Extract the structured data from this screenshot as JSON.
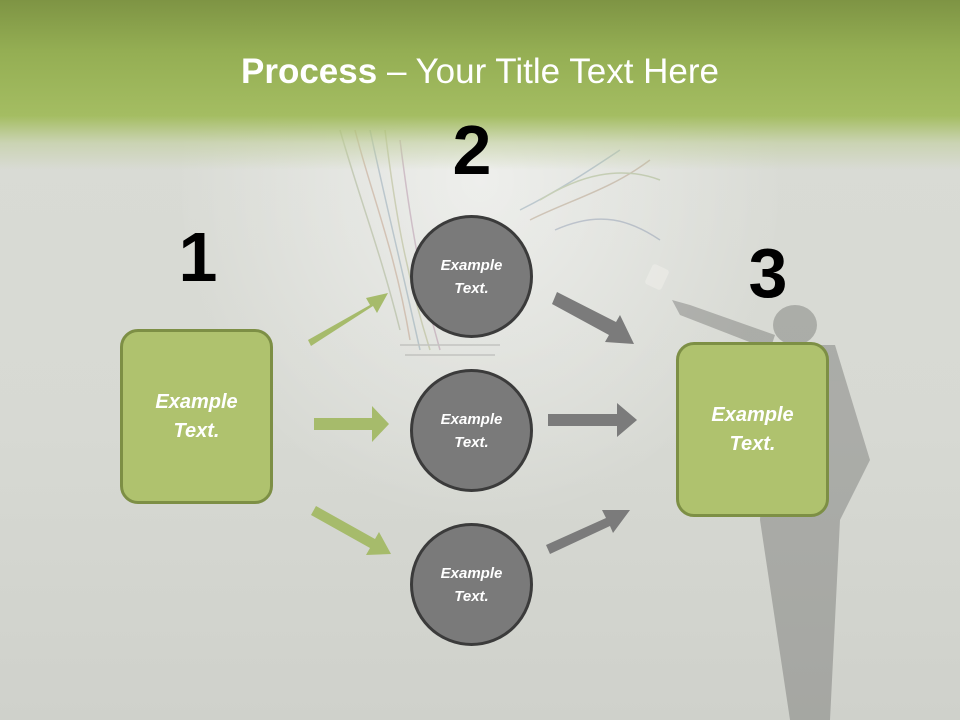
{
  "slide": {
    "title_bold": "Process",
    "title_rest": " – Your Title Text Here"
  },
  "steps": [
    {
      "number": "1"
    },
    {
      "number": "2"
    },
    {
      "number": "3"
    }
  ],
  "nodes": {
    "left_box": {
      "line1": "Example",
      "line2": "Text."
    },
    "circle_top": {
      "line1": "Example",
      "line2": "Text."
    },
    "circle_middle": {
      "line1": "Example",
      "line2": "Text."
    },
    "circle_bottom": {
      "line1": "Example",
      "line2": "Text."
    },
    "right_box": {
      "line1": "Example",
      "line2": "Text."
    }
  },
  "colors": {
    "header_green": "#a4bd62",
    "box_fill": "#afc26e",
    "box_border": "#7d8f45",
    "circle_fill": "#7a7a7a",
    "circle_border": "#3b3b3b",
    "arrow_green": "#a6bb6b",
    "arrow_gray": "#7b7b7b"
  }
}
